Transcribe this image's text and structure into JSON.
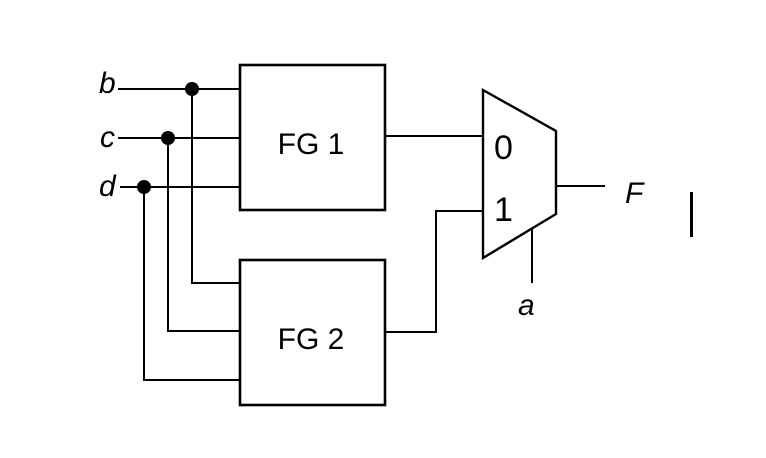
{
  "diagram": {
    "kind": "logic-circuit",
    "colors": {
      "line": "#000000",
      "background": "#ffffff"
    },
    "inputs": [
      {
        "label": "b"
      },
      {
        "label": "c"
      },
      {
        "label": "d"
      }
    ],
    "blocks": [
      {
        "label": "FG 1"
      },
      {
        "label": "FG 2"
      }
    ],
    "mux": {
      "port0_label": "0",
      "port1_label": "1",
      "select_label": "a"
    },
    "output_label": "F"
  }
}
